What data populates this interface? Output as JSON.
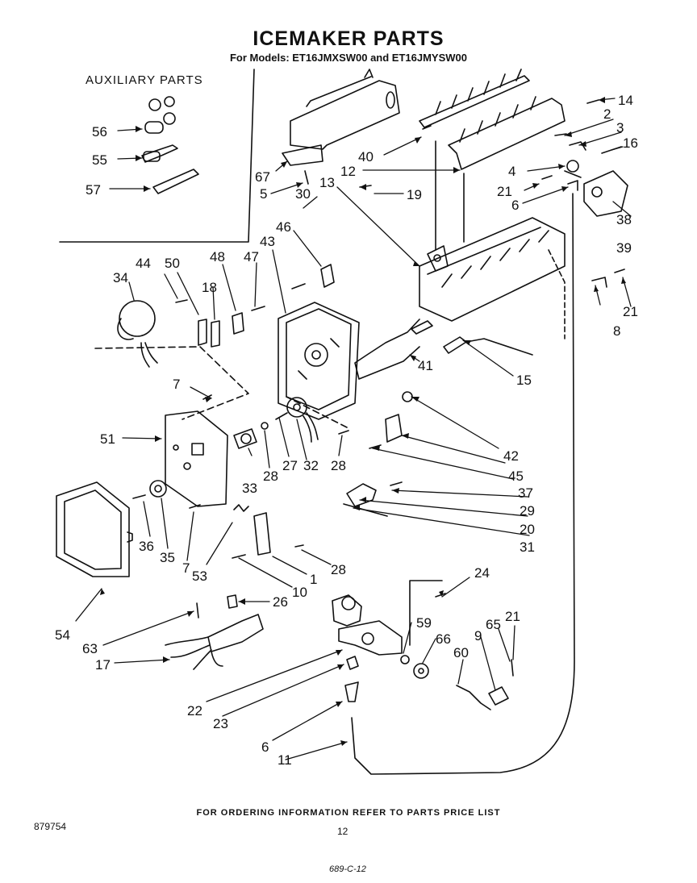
{
  "header": {
    "title": "ICEMAKER PARTS",
    "subtitle": "For Models: ET16JMXSW00 and ET16JMYSW00"
  },
  "auxiliary_title": "AUXILIARY PARTS",
  "footer": {
    "ordering_note": "FOR ORDERING INFORMATION REFER TO PARTS PRICE LIST",
    "document_number": "879754",
    "page_number": "12",
    "handwritten_note": "689-C-12"
  },
  "callouts": [
    "56",
    "55",
    "57",
    "67",
    "5",
    "30",
    "13",
    "12",
    "40",
    "19",
    "14",
    "2",
    "3",
    "16",
    "4",
    "21",
    "6",
    "38",
    "39",
    "21",
    "8",
    "46",
    "43",
    "34",
    "44",
    "50",
    "48",
    "47",
    "18",
    "41",
    "15",
    "7",
    "51",
    "42",
    "45",
    "37",
    "29",
    "20",
    "31",
    "33",
    "28",
    "27",
    "32",
    "28",
    "36",
    "35",
    "7",
    "53",
    "10",
    "1",
    "28",
    "24",
    "54",
    "63",
    "26",
    "17",
    "59",
    "66",
    "65",
    "21",
    "9",
    "60",
    "22",
    "23",
    "6",
    "11"
  ],
  "colors": {
    "ink": "#111111",
    "paper": "#ffffff"
  }
}
